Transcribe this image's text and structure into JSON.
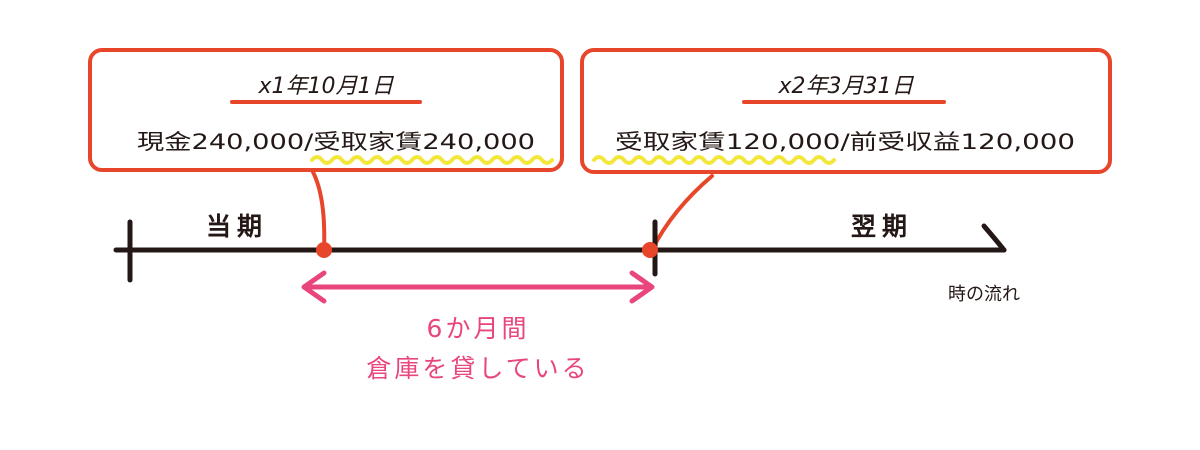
{
  "colors": {
    "box_border": "#e8462a",
    "timeline": "#231815",
    "marker": "#e8462a",
    "underline": "#e8462a",
    "squiggle": "#f5e63c",
    "arrow": "#e8467c",
    "text": "#231815",
    "duration_text": "#e8467c"
  },
  "left_box": {
    "date": "x1年10月1日",
    "entry": "現金240,000/受取家賃240,000"
  },
  "right_box": {
    "date": "x2年3月31日",
    "entry": "受取家賃120,000/前受収益120,000"
  },
  "timeline": {
    "current_period": "当期",
    "next_period": "翌期",
    "flow_label": "時の流れ"
  },
  "duration": {
    "line1": "6か月間",
    "line2": "倉庫を貸している"
  }
}
